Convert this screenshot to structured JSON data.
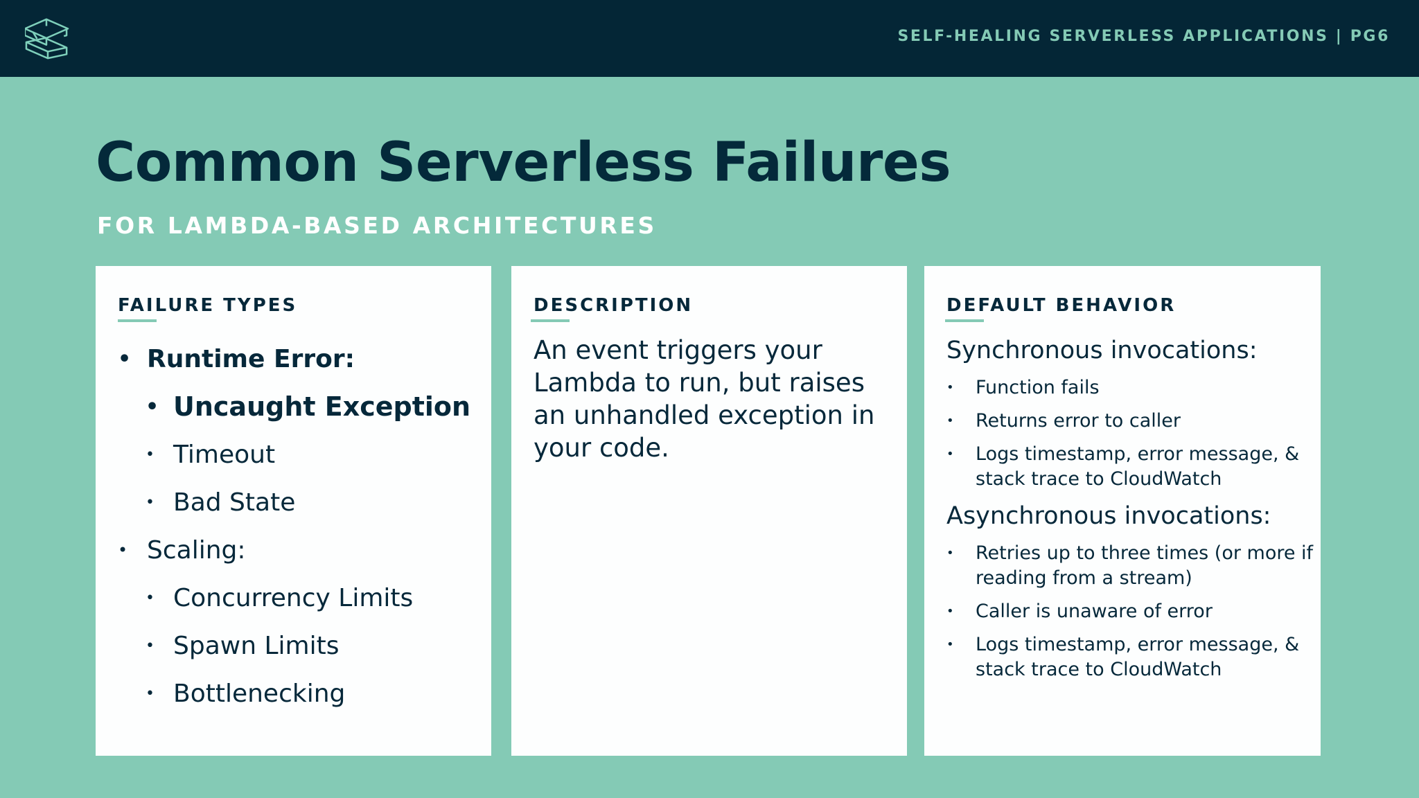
{
  "header": {
    "logo_icon": "stacked-s-logo-icon",
    "title": "SELF-HEALING SERVERLESS APPLICATIONS | PG6"
  },
  "slide": {
    "title": "Common Serverless Failures",
    "subtitle": "FOR LAMBDA-BASED ARCHITECTURES"
  },
  "colors": {
    "header_bg": "#042636",
    "slide_bg": "#84cab5",
    "card_bg": "#fdfefe",
    "text_dark": "#06283a",
    "accent": "#84cab5",
    "subtitle": "#ffffff"
  },
  "cards": {
    "failure_types": {
      "heading": "FAILURE TYPES",
      "items": [
        {
          "label": "Runtime Error:",
          "level": 1,
          "bold": true
        },
        {
          "label": "Uncaught Exception",
          "level": 2,
          "bold": true
        },
        {
          "label": "Timeout",
          "level": 2,
          "bold": false
        },
        {
          "label": "Bad State",
          "level": 2,
          "bold": false
        },
        {
          "label": "Scaling:",
          "level": 1,
          "bold": false
        },
        {
          "label": "Concurrency Limits",
          "level": 2,
          "bold": false
        },
        {
          "label": "Spawn Limits",
          "level": 2,
          "bold": false
        },
        {
          "label": "Bottlenecking",
          "level": 2,
          "bold": false
        }
      ]
    },
    "description": {
      "heading": "DESCRIPTION",
      "text": "An event triggers your Lambda to run, but raises an unhandled exception in your code."
    },
    "default_behavior": {
      "heading": "DEFAULT BEHAVIOR",
      "sync": {
        "title": "Synchronous invocations:",
        "items": [
          "Function fails",
          "Returns error to caller",
          "Logs timestamp, error message, & stack trace to CloudWatch"
        ]
      },
      "async": {
        "title": "Asynchronous invocations:",
        "items": [
          "Retries up to three times (or more if reading from a stream)",
          "Caller is unaware of error",
          "Logs timestamp, error message, & stack trace to CloudWatch"
        ]
      }
    }
  },
  "bullet_glyph": "•"
}
